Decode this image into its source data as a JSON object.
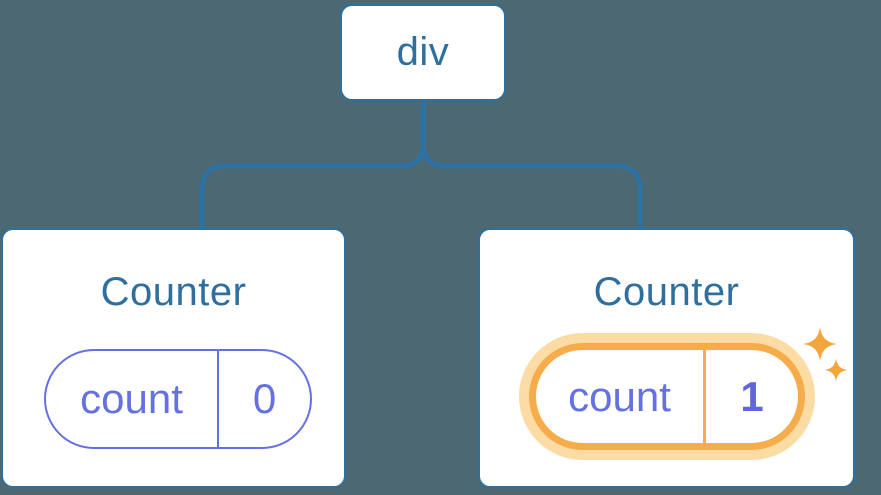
{
  "colors": {
    "bg": "#4C6872",
    "blue-line": "#2B73A6",
    "blue-border": "#2E6F9E",
    "blue-text": "#2F6F9E",
    "purple": "#6571E0",
    "orange": "#F7AC4B",
    "orange-glow": "#FBDCA4",
    "sparkle": "#F2A63C"
  },
  "diagram": {
    "root": {
      "label": "div"
    },
    "children": [
      {
        "title": "Counter",
        "state": {
          "key": "count",
          "value": "0"
        },
        "highlighted": false
      },
      {
        "title": "Counter",
        "state": {
          "key": "count",
          "value": "1"
        },
        "highlighted": true
      }
    ]
  }
}
